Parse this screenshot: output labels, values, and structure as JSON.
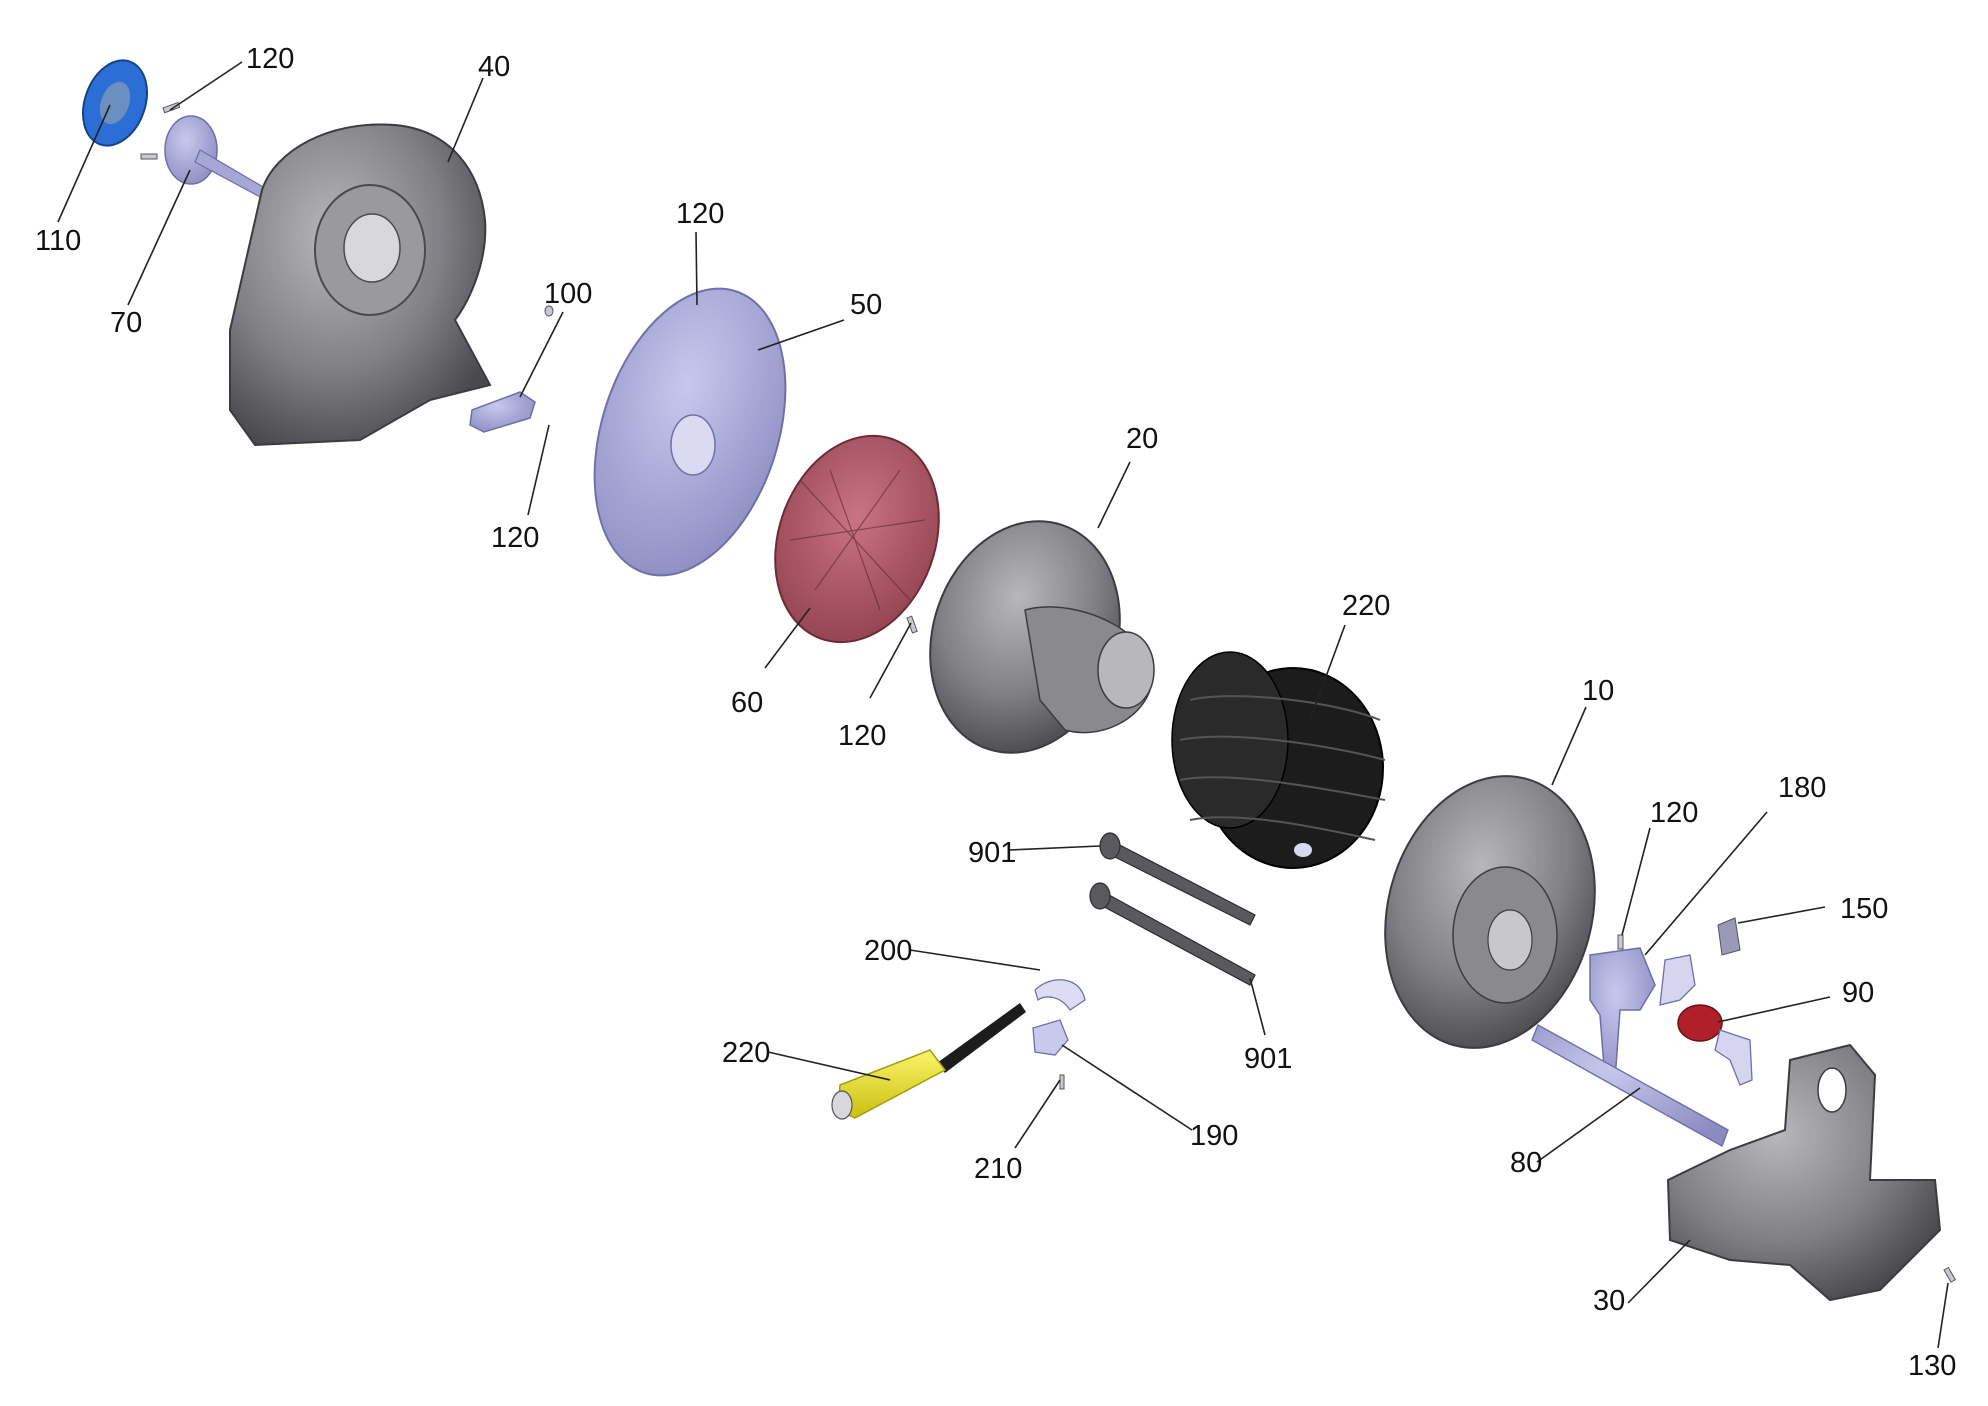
{
  "labels": {
    "l110": "110",
    "l120_a": "120",
    "l70": "70",
    "l40": "40",
    "l100": "100",
    "l120_b": "120",
    "l120_c": "120",
    "l50": "50",
    "l60": "60",
    "l120_d": "120",
    "l20": "20",
    "l220_a": "220",
    "l10": "10",
    "l120_e": "120",
    "l180": "180",
    "l150": "150",
    "l90": "90",
    "l901_a": "901",
    "l901_b": "901",
    "l200": "200",
    "l220_b": "220",
    "l190": "190",
    "l210": "210",
    "l80": "80",
    "l30": "30",
    "l130": "130"
  },
  "colors": {
    "housing_gray": "#7c7c80",
    "plate_lavender": "#a7a7d6",
    "disc_pink": "#b55a68",
    "hose_black": "#1c1c1c",
    "handle_yellow": "#f2ea1c",
    "knob_blue": "#2b6fd6",
    "valve_red": "#b0202a",
    "small_parts": "#c9c9ee"
  }
}
